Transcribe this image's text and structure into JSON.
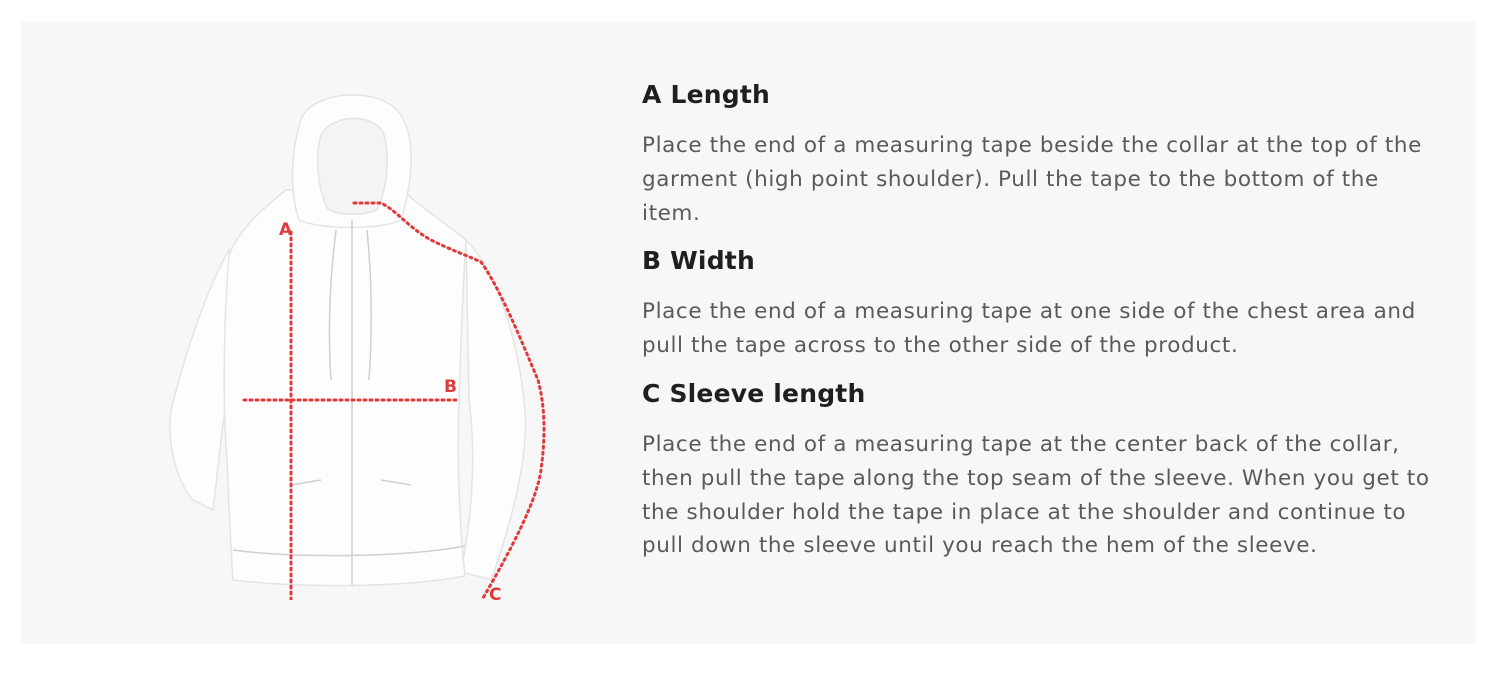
{
  "figure": {
    "illustration": "hoodie-measurement-diagram",
    "guide_color": "#e03a3a",
    "labels": {
      "a": "A",
      "b": "B",
      "c": "C"
    }
  },
  "sections": [
    {
      "title": "A Length",
      "body": "Place the end of a measuring tape beside the collar at the top of the garment (high point shoulder). Pull the tape to the bottom of the item."
    },
    {
      "title": "B Width",
      "body": "Place the end of a measuring tape at one side of the chest area and pull the tape across to the other side of the product."
    },
    {
      "title": "C Sleeve length",
      "body": "Place the end of a measuring tape at the center back of the collar, then pull the tape along the top seam of the sleeve. When you get to the shoulder hold the tape in place at the shoulder and continue to pull down the sleeve until you reach the hem of the sleeve."
    }
  ],
  "colors": {
    "panel_background": "#f7f7f7",
    "title_text": "#1f1f1f",
    "body_text": "#5a5a5a"
  }
}
